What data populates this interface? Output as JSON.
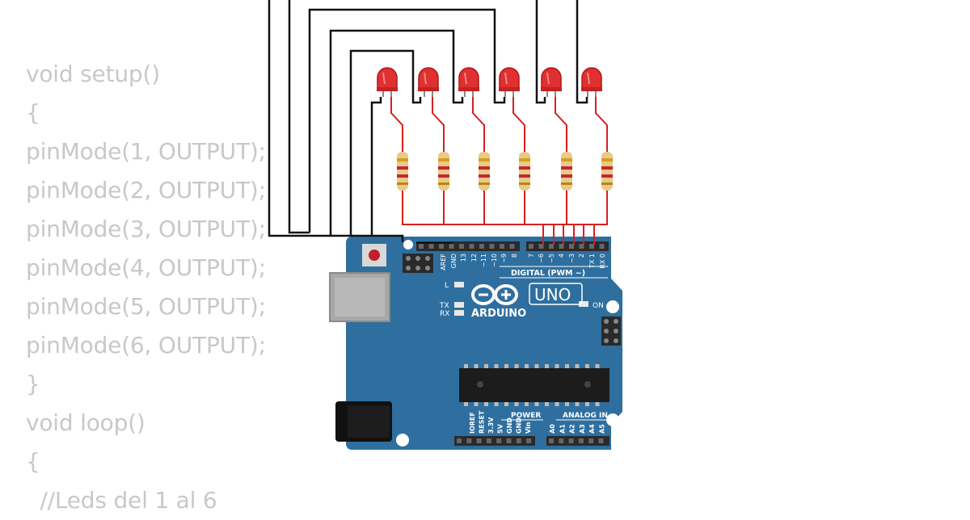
{
  "code": {
    "lines": [
      "void setup()",
      "{",
      "pinMode(1, OUTPUT);",
      "pinMode(2, OUTPUT);",
      "pinMode(3, OUTPUT);",
      "pinMode(4, OUTPUT);",
      "pinMode(5, OUTPUT);",
      "pinMode(6, OUTPUT);",
      "}",
      "void loop()",
      "{",
      "  //Leds del 1 al 6"
    ]
  },
  "board": {
    "brand": "ARDUINO",
    "model": "UNO",
    "digital_header_label": "DIGITAL (PWM ~)",
    "power_label": "POWER",
    "analog_label": "ANALOG IN",
    "on_label": "ON",
    "l_label": "L",
    "tx_label": "TX",
    "rx_label": "RX",
    "digital_pins": [
      "AREF",
      "GND",
      "13",
      "12",
      "~11",
      "~10",
      "~9",
      "8",
      "7",
      "~6",
      "~5",
      "4",
      "~3",
      "2",
      "TX 1",
      "RX 0"
    ],
    "power_pins": [
      "IOREF",
      "RESET",
      "3.3V",
      "5V",
      "GND",
      "GND",
      "Vin"
    ],
    "analog_pins": [
      "A0",
      "A1",
      "A2",
      "A3",
      "A4",
      "A5"
    ],
    "colors": {
      "board": "#2f6f9f",
      "silkscreen": "#ffffff",
      "header": "#2a2a2a"
    }
  },
  "leds": {
    "count": 6,
    "color": "#e03030"
  },
  "resistors": {
    "count": 6,
    "body_color": "#e9c98e",
    "band_colors": [
      "#d4a017",
      "#c62828",
      "#c62828"
    ]
  },
  "wires": {
    "signal_color": "#111111",
    "ground_color": "#d42020"
  }
}
